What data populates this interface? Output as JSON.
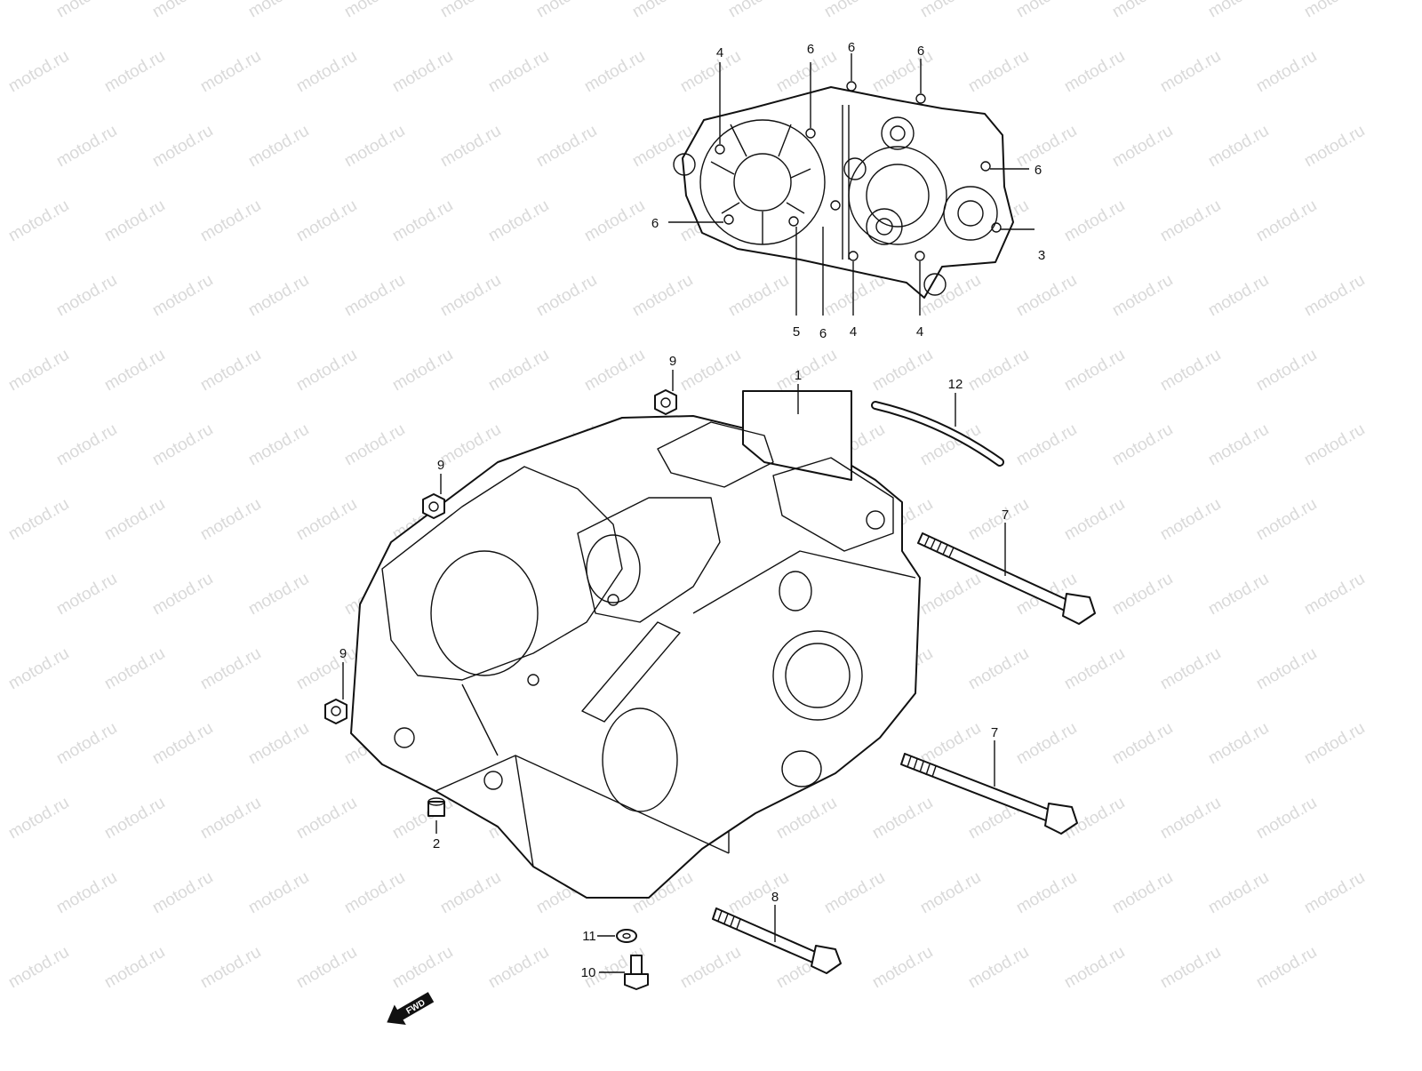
{
  "watermark": {
    "text": "motod.ru",
    "color": "#d9d9d9"
  },
  "direction_arrow": {
    "label": "FWD"
  },
  "callouts": [
    {
      "id": "c-top-4a",
      "label": "4"
    },
    {
      "id": "c-top-6a",
      "label": "6"
    },
    {
      "id": "c-top-6b",
      "label": "6"
    },
    {
      "id": "c-top-6c",
      "label": "6"
    },
    {
      "id": "c-top-6d",
      "label": "6"
    },
    {
      "id": "c-top-6e",
      "label": "6"
    },
    {
      "id": "c-top-3",
      "label": "3"
    },
    {
      "id": "c-top-5",
      "label": "5"
    },
    {
      "id": "c-top-6f",
      "label": "6"
    },
    {
      "id": "c-top-4b",
      "label": "4"
    },
    {
      "id": "c-top-4c",
      "label": "4"
    },
    {
      "id": "c-1",
      "label": "1"
    },
    {
      "id": "c-12",
      "label": "12"
    },
    {
      "id": "c-9a",
      "label": "9"
    },
    {
      "id": "c-9b",
      "label": "9"
    },
    {
      "id": "c-9c",
      "label": "9"
    },
    {
      "id": "c-7a",
      "label": "7"
    },
    {
      "id": "c-7b",
      "label": "7"
    },
    {
      "id": "c-2",
      "label": "2"
    },
    {
      "id": "c-8",
      "label": "8"
    },
    {
      "id": "c-11",
      "label": "11"
    },
    {
      "id": "c-10",
      "label": "10"
    }
  ]
}
